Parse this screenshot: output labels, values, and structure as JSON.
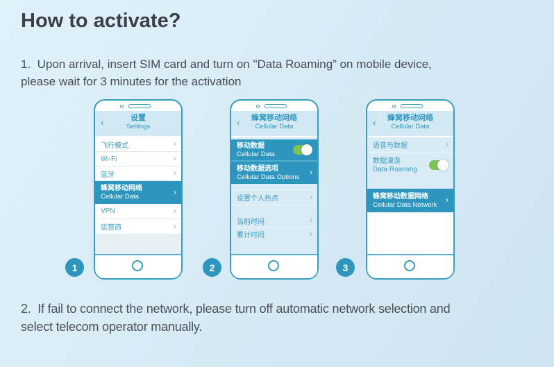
{
  "page": {
    "title": "How to activate?",
    "step1_line1": "1.  Upon arrival, insert SIM card and turn on \"Data Roaming” on mobile device,",
    "step1_line2": "please wait for 3 minutes for the activation",
    "step2_line1": "2.  If fail to connect the network, please turn off automatic network selection and",
    "step2_line2": "select telecom operator manually."
  },
  "icons": {
    "chevron_right": "›",
    "chevron_left": "‹"
  },
  "colors": {
    "background": "#d7eaf5",
    "accent_blue": "#2e96be",
    "phone_outline": "#369cc0",
    "toggle_green": "#7cc455",
    "header_band": "#d2e9f4"
  },
  "phones": [
    {
      "badge": "1",
      "header": {
        "title_zh": "设置",
        "title_en": "Settings"
      },
      "rows": {
        "airplane": "飞行模式",
        "wifi": "Wi-Fi",
        "bluetooth": "蓝牙",
        "cellular_zh": "蜂窝移动网络",
        "cellular_en": "Cellular Data",
        "vpn": "VPN",
        "carrier": "运营商"
      }
    },
    {
      "badge": "2",
      "header": {
        "title_zh": "蜂窝移动网络",
        "title_en": "Cellular Data"
      },
      "rows": {
        "cellular_data_zh": "移动数据",
        "cellular_data_en": "Cellular Data",
        "options_zh": "移动数据选项",
        "options_en": "Cellular Data Options",
        "hotspot": "设置个人热点",
        "current_period": "当前时间",
        "total_period": "累计时间"
      }
    },
    {
      "badge": "3",
      "header": {
        "title_zh": "蜂窝移动网络",
        "title_en": "Cellular Data"
      },
      "rows": {
        "voice_data": "语音与数据",
        "roaming_zh": "数据漫游",
        "roaming_en": "Data Roaming",
        "network_zh": "蜂窝移动数据网络",
        "network_en": "Cellular Data Network"
      }
    }
  ]
}
